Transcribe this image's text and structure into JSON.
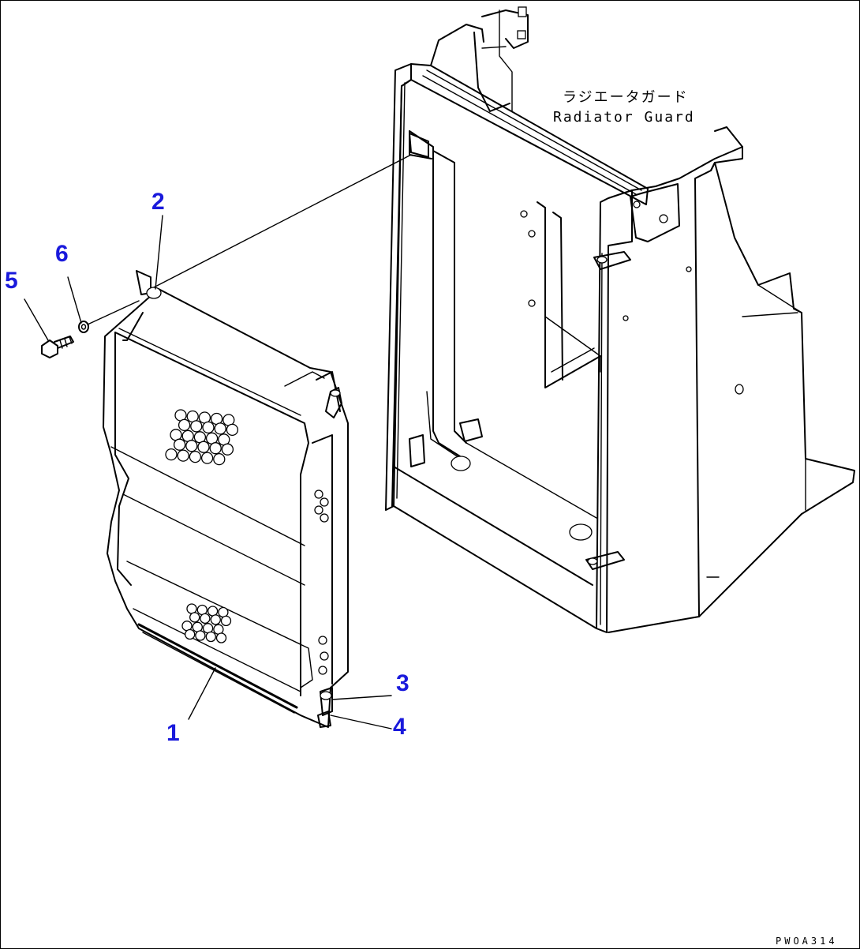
{
  "diagram": {
    "part_name_ja": "ラジエータガード",
    "part_name_en": "Radiator Guard",
    "drawing_code": "PWOA314",
    "callout_color": "#1a1adc",
    "callouts": [
      {
        "id": "1",
        "label": "1"
      },
      {
        "id": "2",
        "label": "2"
      },
      {
        "id": "3",
        "label": "3"
      },
      {
        "id": "4",
        "label": "4"
      },
      {
        "id": "5",
        "label": "5"
      },
      {
        "id": "6",
        "label": "6"
      }
    ]
  }
}
